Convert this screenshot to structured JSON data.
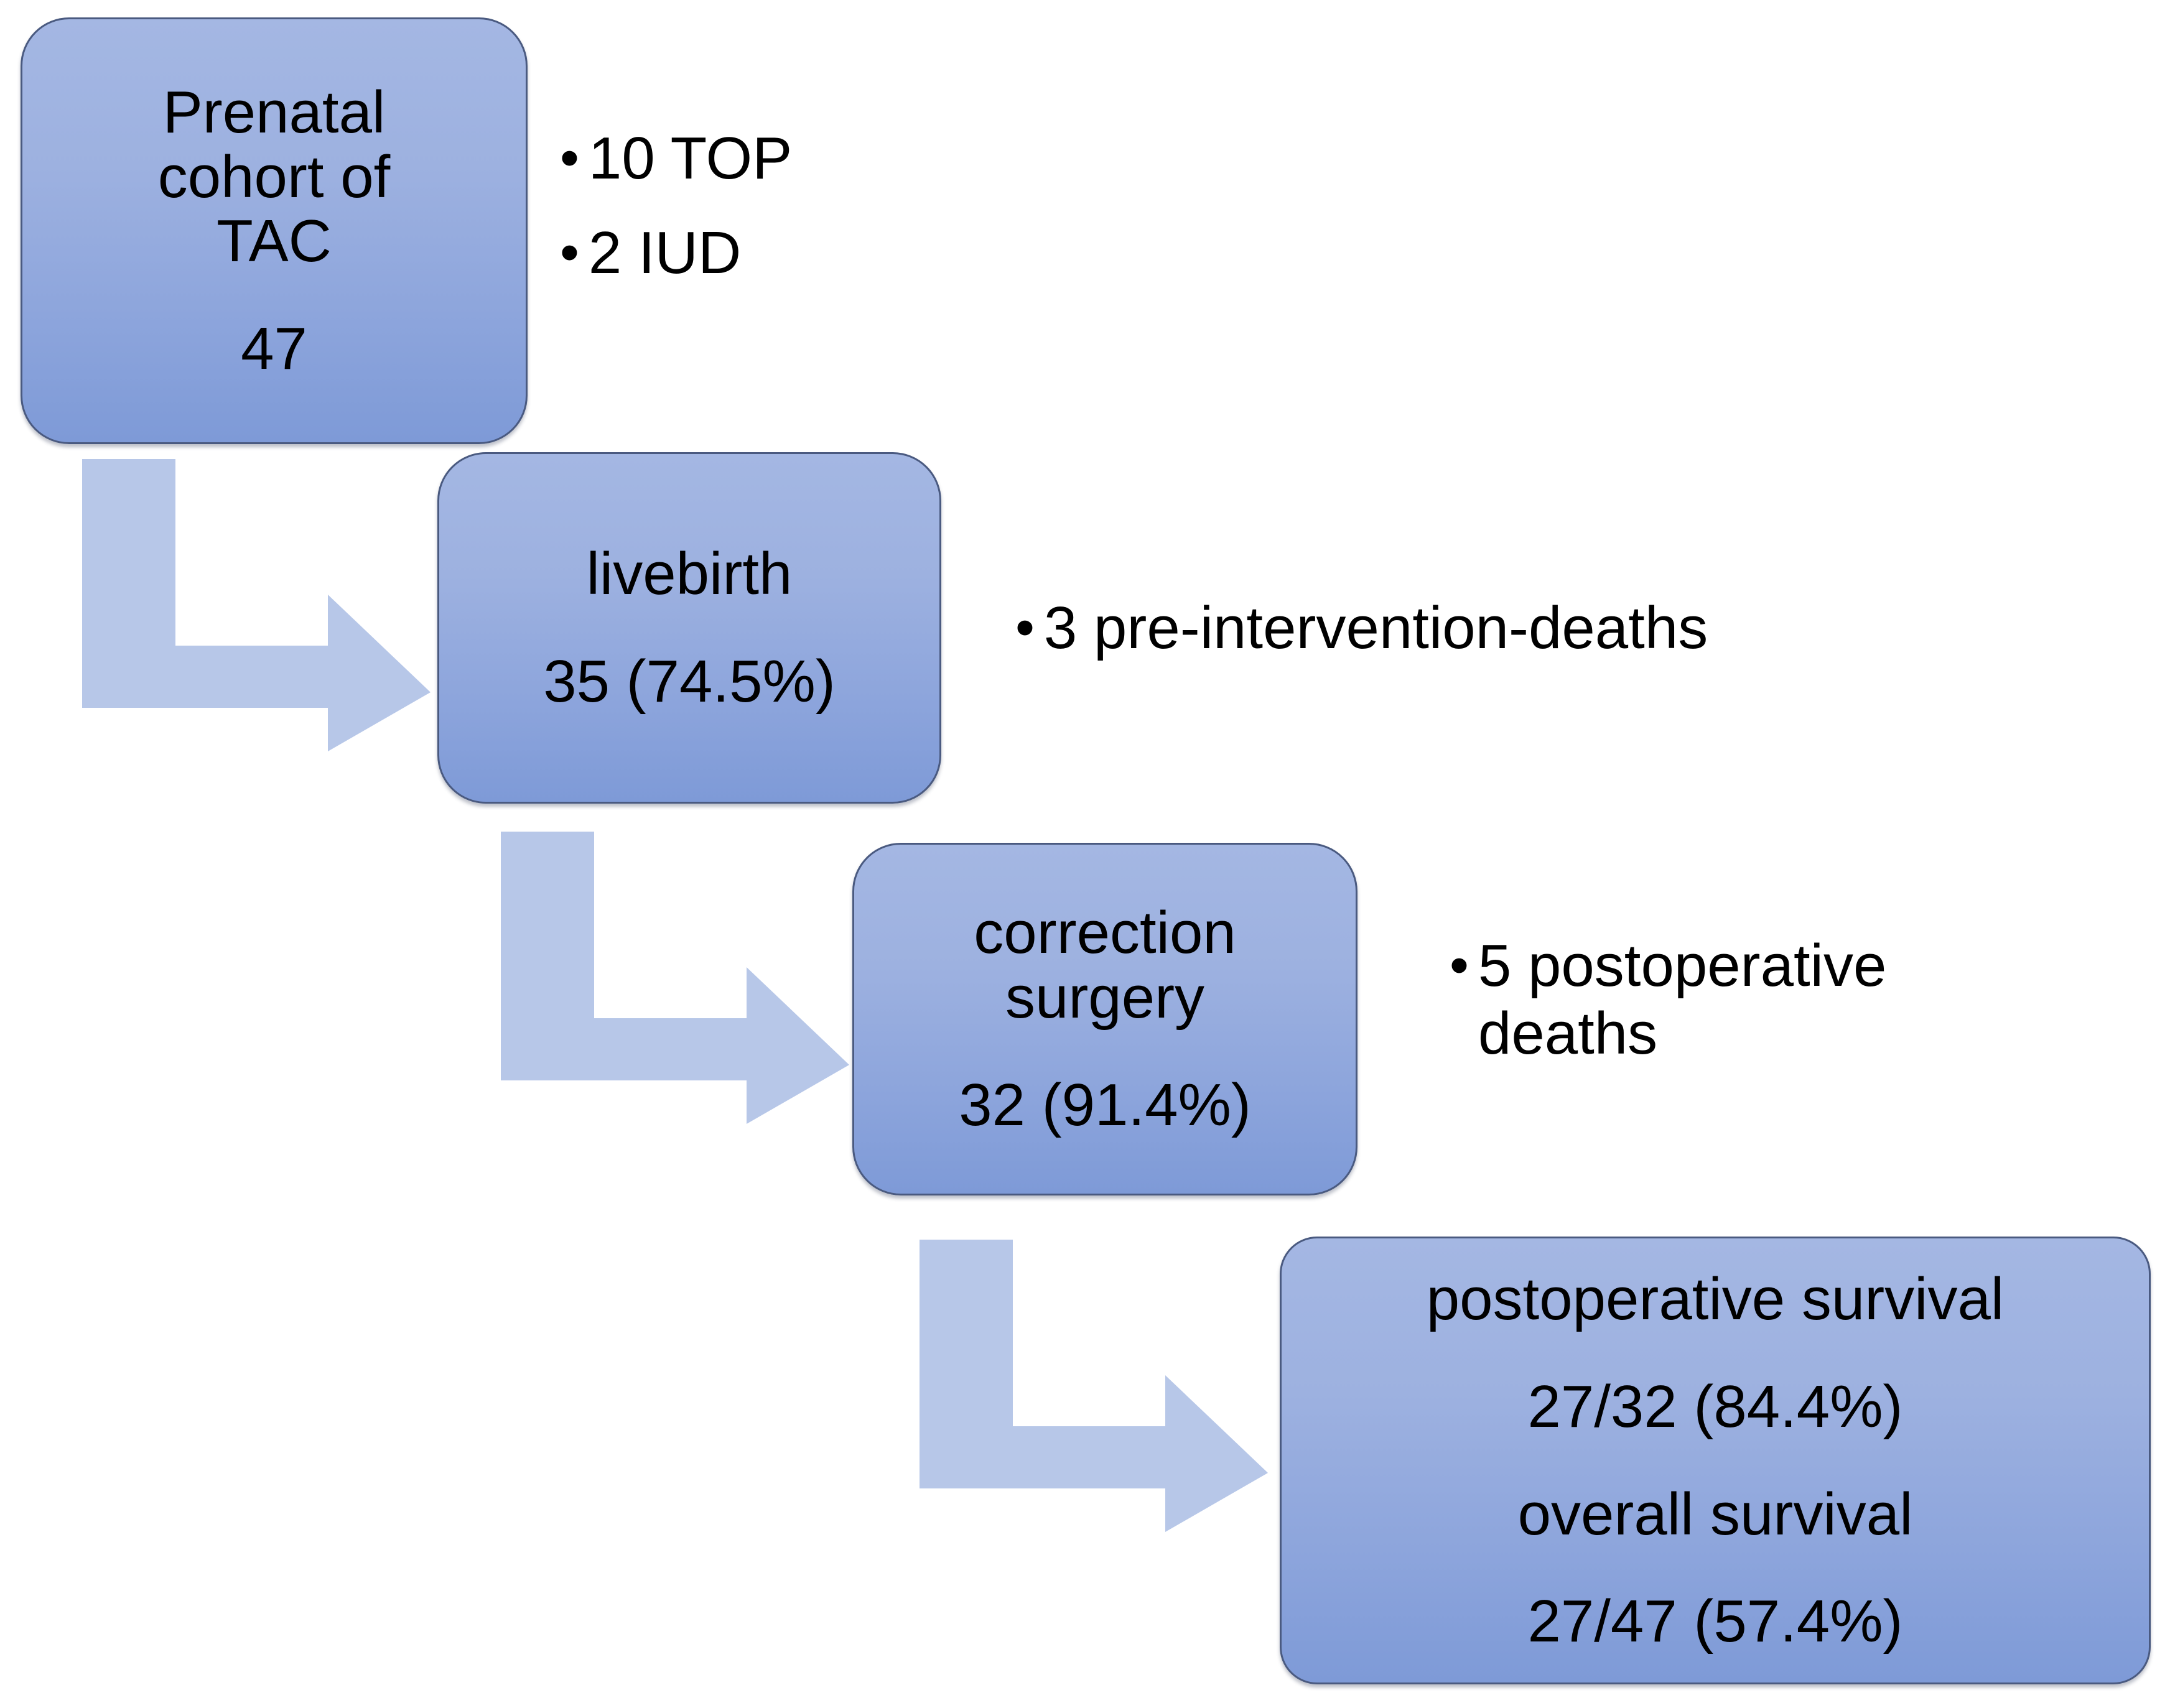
{
  "diagram": {
    "type": "flowchart",
    "title": "Prenatal TAC cohort outcome flowchart",
    "colors": {
      "node_fill_top": "#a4b7e3",
      "node_fill_bottom": "#7e9ad7",
      "node_border": "#4a5a80",
      "arrow_fill": "#b7c7e8",
      "text": "#000000",
      "background": "#ffffff"
    },
    "nodes": [
      {
        "id": "prenatal",
        "lines": [
          "Prenatal",
          "cohort of",
          "TAC"
        ],
        "value": "47"
      },
      {
        "id": "livebirth",
        "lines": [
          "livebirth"
        ],
        "value": "35 (74.5%)"
      },
      {
        "id": "correction",
        "lines": [
          "correction",
          "surgery"
        ],
        "value": "32 (91.4%)"
      },
      {
        "id": "survival",
        "lines": [
          "postoperative survival",
          "27/32 (84.4%)",
          "overall survival",
          "27/47 (57.4%)"
        ]
      }
    ],
    "annotations": [
      {
        "id": "ann-prenatal",
        "items": [
          "10 TOP",
          "2 IUD"
        ]
      },
      {
        "id": "ann-livebirth",
        "items": [
          "3 pre-intervention-deaths"
        ]
      },
      {
        "id": "ann-correction",
        "items": [
          "5 postoperative deaths"
        ]
      }
    ],
    "arrows": [
      {
        "id": "arrow-1",
        "from": "prenatal",
        "to": "livebirth",
        "shape": "bent-down-right"
      },
      {
        "id": "arrow-2",
        "from": "livebirth",
        "to": "correction",
        "shape": "bent-down-right"
      },
      {
        "id": "arrow-3",
        "from": "correction",
        "to": "survival",
        "shape": "bent-down-right"
      }
    ]
  }
}
